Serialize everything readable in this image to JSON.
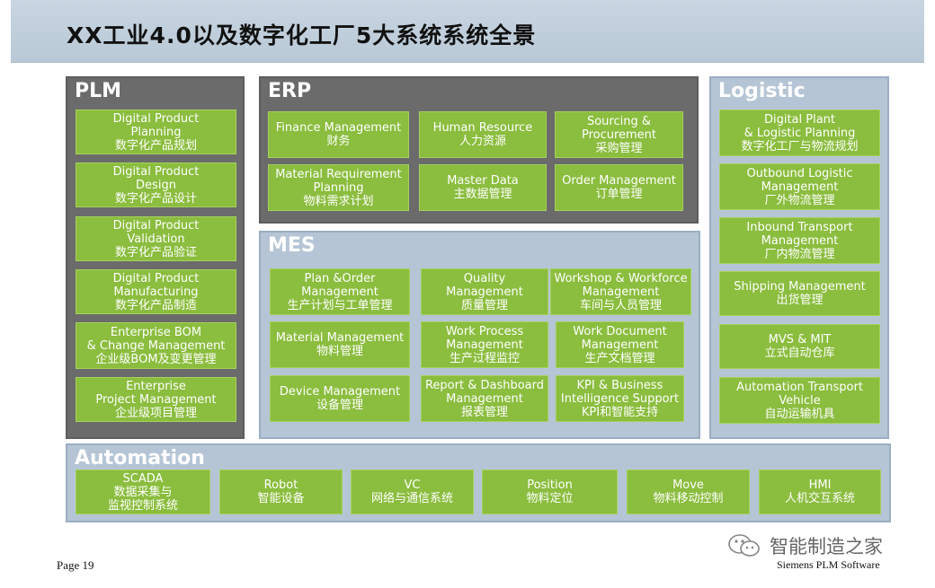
{
  "title": "XX工业4.0以及数字化工厂5大系统系统全景",
  "sections": {
    "plm": {
      "title": "PLM",
      "boxes": [
        {
          "en": "Digital Product\nPlanning",
          "zh": "数字化产品规划"
        },
        {
          "en": "Digital Product\nDesign",
          "zh": "数字化产品设计"
        },
        {
          "en": "Digital Product\nValidation",
          "zh": "数字化产品验证"
        },
        {
          "en": "Digital Product\nManufacturing",
          "zh": "数字化产品制造"
        },
        {
          "en": "Enterprise BOM\n& Change Management",
          "zh": "企业级BOM及变更管理"
        },
        {
          "en": "Enterprise\nProject Management",
          "zh": "企业级项目管理"
        }
      ]
    },
    "erp": {
      "title": "ERP",
      "boxes": [
        {
          "en": "Finance Management",
          "zh": "财务"
        },
        {
          "en": "Human Resource",
          "zh": "人力资源"
        },
        {
          "en": "Sourcing &\nProcurement",
          "zh": "采购管理"
        },
        {
          "en": "Material Requirement\nPlanning",
          "zh": "物料需求计划"
        },
        {
          "en": "Master Data",
          "zh": "主数据管理"
        },
        {
          "en": "Order Management",
          "zh": "订单管理"
        }
      ]
    },
    "mes": {
      "title": "MES",
      "boxes": [
        {
          "en": "Plan &Order\nManagement",
          "zh": "生产计划与工单管理"
        },
        {
          "en": "Quality\nManagement",
          "zh": "质量管理"
        },
        {
          "en": "Workshop & Workforce\nManagement",
          "zh": "车间与人员管理"
        },
        {
          "en": "Material Management",
          "zh": "物料管理"
        },
        {
          "en": "Work Process\nManagement",
          "zh": "生产过程监控"
        },
        {
          "en": "Work Document\nManagement",
          "zh": "生产文档管理"
        },
        {
          "en": "Device Management",
          "zh": "设备管理"
        },
        {
          "en": "Report & Dashboard\nManagement",
          "zh": "报表管理"
        },
        {
          "en": "KPI & Business\nIntelligence Support",
          "zh": "KPI和智能支持"
        }
      ]
    },
    "logistic": {
      "title": "Logistic",
      "boxes": [
        {
          "en": "Digital Plant\n& Logistic Planning",
          "zh": "数字化工厂与物流规划"
        },
        {
          "en": "Outbound Logistic\nManagement",
          "zh": "厂外物流管理"
        },
        {
          "en": "Inbound Transport\nManagement",
          "zh": "厂内物流管理"
        },
        {
          "en": "Shipping Management",
          "zh": "出货管理"
        },
        {
          "en": "MVS & MIT",
          "zh": "立式自动仓库"
        },
        {
          "en": "Automation Transport\nVehicle",
          "zh": "自动运输机具"
        }
      ]
    },
    "automation": {
      "title": "Automation",
      "boxes": [
        {
          "en": "SCADA",
          "zh": "数据采集与\n监视控制系统"
        },
        {
          "en": "Robot",
          "zh": "智能设备"
        },
        {
          "en": "VC",
          "zh": "网络与通信系统"
        },
        {
          "en": "Position",
          "zh": "物料定位"
        },
        {
          "en": "Move",
          "zh": "物料移动控制"
        },
        {
          "en": "HMI",
          "zh": "人机交互系统"
        }
      ]
    }
  },
  "footer": {
    "page": "Page 19",
    "company": "Siemens PLM Software",
    "watermark": "智能制造之家",
    "watermark_icon": "wechat-icon"
  }
}
